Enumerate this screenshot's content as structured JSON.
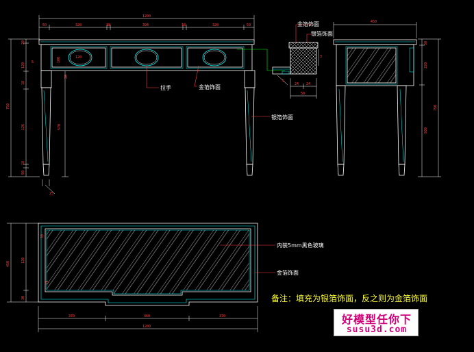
{
  "drawing": {
    "front_view": {
      "width_total": "1200",
      "width_segments": [
        "50",
        "320",
        "18",
        "394",
        "18",
        "320",
        "50"
      ],
      "left_height_dims": [
        "20",
        "120",
        "18",
        "126",
        "18",
        "50"
      ],
      "overall_height": "750",
      "left_height_small": "5",
      "inner_dims": [
        "120",
        "100",
        "20",
        "570"
      ],
      "leg_bottom": "25",
      "labels": {
        "handle": "拉手",
        "gold_leaf_front": "金箔饰面",
        "silver_leaf_leg": "银箔饰面"
      }
    },
    "section_detail": {
      "labels": {
        "gold_leaf": "金箔饰面",
        "silver_leaf": "银箔饰面"
      },
      "dims": [
        "3",
        "24",
        "24",
        "50",
        "5"
      ]
    },
    "side_view": {
      "width": "450",
      "height_dims": [
        "30",
        "220",
        "500"
      ],
      "overall_height": "750"
    },
    "top_view": {
      "width_total": "1200",
      "width_segments": [
        "370",
        "460",
        "370"
      ],
      "height_dims": [
        "450",
        "120",
        "30"
      ],
      "inner_dims": [
        "30",
        "25"
      ],
      "labels": {
        "glass": "内装5mm黑色玻璃",
        "gold_leaf": "金箔饰面"
      }
    },
    "note": "备注：填充为银箔饰面，反之则为金箔饰面"
  },
  "watermark": {
    "line1": "好模型任你下",
    "line2": "susu3d.com"
  },
  "colors": {
    "background": "#000000",
    "outline": "#ffffff",
    "dimension": "#ff4040",
    "cyan": "#00ffff",
    "leader": "#00ff00",
    "note": "#ffff33"
  }
}
